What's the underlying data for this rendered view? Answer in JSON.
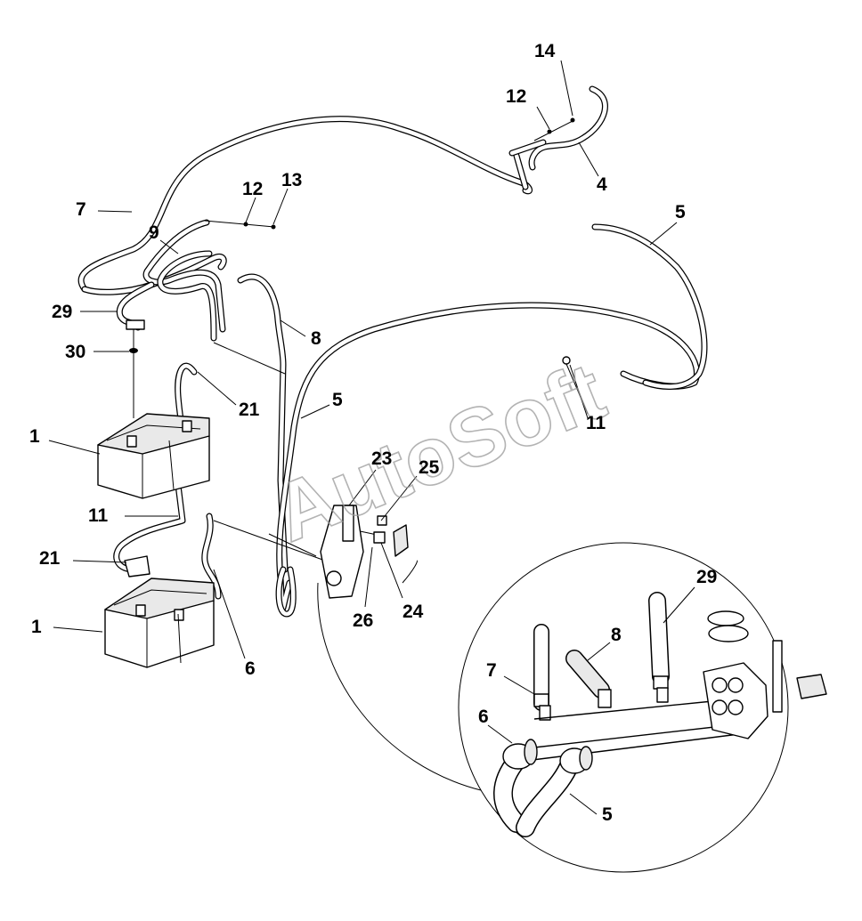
{
  "watermark": "AutoSoft",
  "callouts": [
    {
      "id": "c14",
      "text": "14"
    },
    {
      "id": "c12a",
      "text": "12"
    },
    {
      "id": "c4",
      "text": "4"
    },
    {
      "id": "c5a",
      "text": "5"
    },
    {
      "id": "c7a",
      "text": "7"
    },
    {
      "id": "c12b",
      "text": "12"
    },
    {
      "id": "c13",
      "text": "13"
    },
    {
      "id": "c9",
      "text": "9"
    },
    {
      "id": "c29a",
      "text": "29"
    },
    {
      "id": "c8a",
      "text": "8"
    },
    {
      "id": "c30",
      "text": "30"
    },
    {
      "id": "c21a",
      "text": "21"
    },
    {
      "id": "c5b",
      "text": "5"
    },
    {
      "id": "c11a",
      "text": "11"
    },
    {
      "id": "c1a",
      "text": "1"
    },
    {
      "id": "c23",
      "text": "23"
    },
    {
      "id": "c25",
      "text": "25"
    },
    {
      "id": "c11b",
      "text": "11"
    },
    {
      "id": "c21b",
      "text": "21"
    },
    {
      "id": "c24",
      "text": "24"
    },
    {
      "id": "c26",
      "text": "26"
    },
    {
      "id": "c1b",
      "text": "1"
    },
    {
      "id": "c6a",
      "text": "6"
    },
    {
      "id": "c29b",
      "text": "29"
    },
    {
      "id": "c8b",
      "text": "8"
    },
    {
      "id": "c7b",
      "text": "7"
    },
    {
      "id": "c6b",
      "text": "6"
    },
    {
      "id": "c5c",
      "text": "5"
    }
  ]
}
